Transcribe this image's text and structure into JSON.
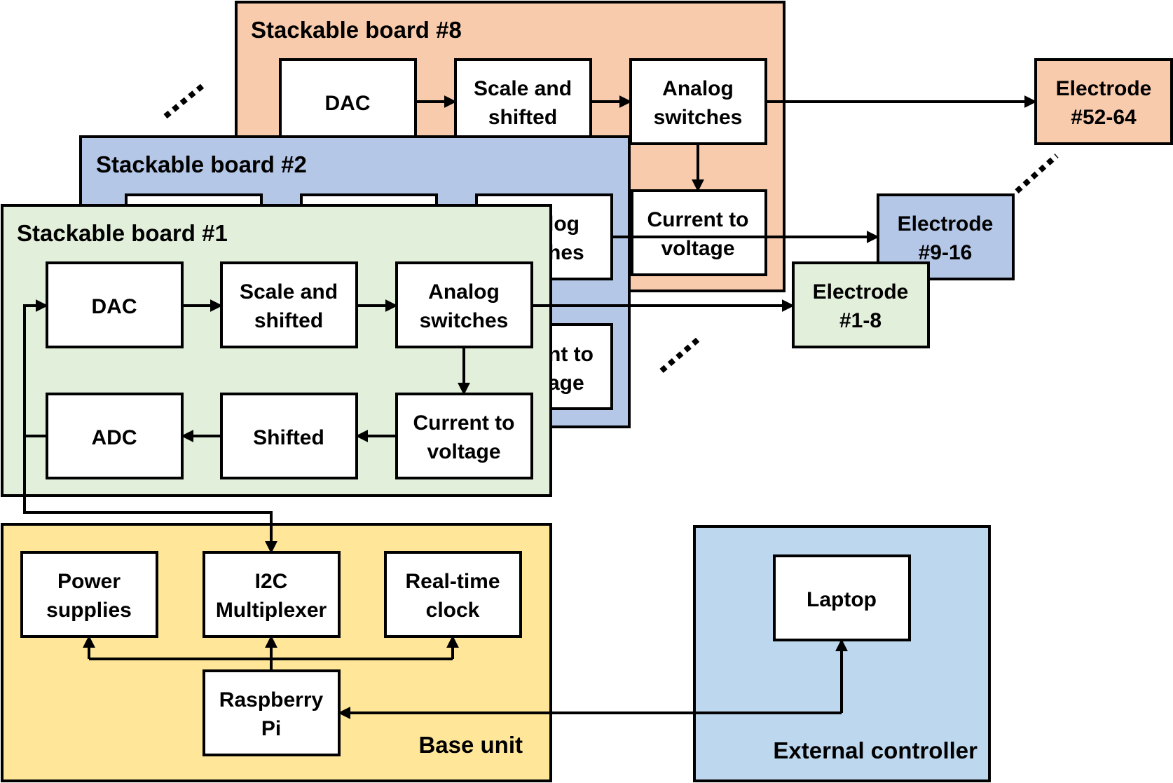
{
  "colors": {
    "board8": "#f8cbad",
    "board2": "#b4c7e7",
    "board1": "#e2efda",
    "base": "#ffe699",
    "external": "#bdd7ee",
    "electrode_high": "#f8cbad",
    "electrode_mid": "#b4c7e7",
    "electrode_low": "#e2efda"
  },
  "board8": {
    "title": "Stackable board #8",
    "dac": "DAC",
    "scale": [
      "Scale and",
      "shifted"
    ],
    "switches": [
      "Analog",
      "switches"
    ],
    "current": [
      "Current to",
      "voltage"
    ]
  },
  "board2": {
    "title": "Stackable board #2",
    "switches_partial": [
      "log",
      "hes"
    ],
    "current_partial": [
      "nt to",
      "age"
    ]
  },
  "board1": {
    "title": "Stackable board #1",
    "dac": "DAC",
    "scale": [
      "Scale and",
      "shifted"
    ],
    "switches": [
      "Analog",
      "switches"
    ],
    "adc": "ADC",
    "shifted": "Shifted",
    "current": [
      "Current to",
      "voltage"
    ]
  },
  "electrodes": {
    "high": [
      "Electrode",
      "#52-64"
    ],
    "mid": [
      "Electrode",
      "#9-16"
    ],
    "low": [
      "Electrode",
      "#1-8"
    ]
  },
  "base_unit": {
    "title": "Base unit",
    "power": [
      "Power",
      "supplies"
    ],
    "i2c": [
      "I2C",
      "Multiplexer"
    ],
    "rtc": [
      "Real-time",
      "clock"
    ],
    "pi": [
      "Raspberry",
      "Pi"
    ]
  },
  "external_controller": {
    "title": "External controller",
    "laptop": "Laptop"
  }
}
